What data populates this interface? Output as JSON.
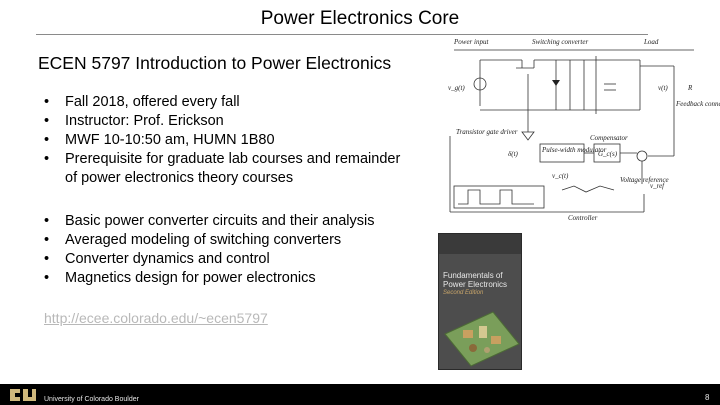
{
  "slide": {
    "title": "Power Electronics Core",
    "course_heading": "ECEN 5797 Introduction to Power Electronics",
    "bullets_a": [
      "Fall 2018, offered every fall",
      "Instructor: Prof. Erickson",
      "MWF 10-10:50 am, HUMN 1B80",
      "Prerequisite for graduate lab courses and remainder of power electronics theory courses"
    ],
    "bullets_b": [
      "Basic power converter circuits and their analysis",
      "Averaged modeling of switching converters",
      "Converter dynamics and control",
      "Magnetics design for power electronics"
    ],
    "link": "http://ecee.colorado.edu/~ecen5797"
  },
  "schematic": {
    "labels": {
      "power_input": "Power input",
      "switching_converter": "Switching converter",
      "load": "Load",
      "vg": "v_g(t)",
      "v_out": "v(t)",
      "r": "R",
      "feedback": "Feedback connection",
      "transistor_driver": "Transistor gate driver",
      "pwm": "Pulse-width modulator",
      "compensator": "Compensator",
      "gc": "G_c(s)",
      "voltage_reference": "Voltage reference",
      "vref": "v_ref",
      "controller": "Controller",
      "delta": "δ(t)",
      "vc": "v_c(t)"
    }
  },
  "book": {
    "title_line1": "Fundamentals of",
    "title_line2": "Power Electronics",
    "edition": "Second Edition"
  },
  "footer": {
    "university": "University of Colorado Boulder",
    "page_number": "8",
    "bg_color": "#000000"
  }
}
